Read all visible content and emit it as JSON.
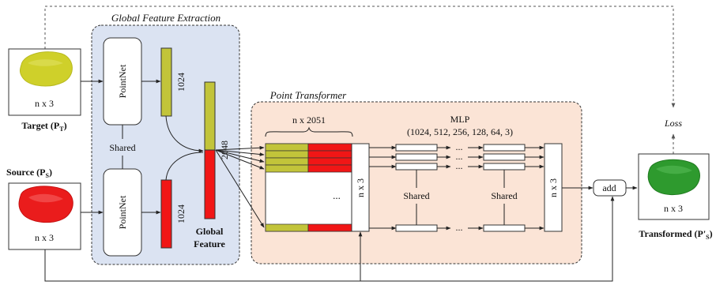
{
  "global_section": {
    "title": "Global Feature Extraction"
  },
  "transformer_section": {
    "title": "Point Transformer"
  },
  "target": {
    "dim": "n x 3",
    "label_main": "Target (P",
    "label_sub": "T",
    "label_end": ")"
  },
  "source": {
    "dim": "n x 3",
    "label_main": "Source (P",
    "label_sub": "S",
    "label_end": ")"
  },
  "pointnet_top": {
    "label": "PointNet"
  },
  "pointnet_bottom": {
    "label": "PointNet"
  },
  "shared_pointnet": "Shared",
  "feat_top": {
    "label": "1024"
  },
  "feat_bottom": {
    "label": "1024"
  },
  "global_feature": {
    "dim": "2048",
    "line1": "Global",
    "line2": "Feature"
  },
  "matrix": {
    "dim": "n x 2051",
    "ellipsis": "...",
    "side_dim": "n x 3"
  },
  "mlp": {
    "title": "MLP",
    "sizes": "(1024, 512, 256, 128, 64, 3)",
    "shared1": "Shared",
    "shared2": "Shared",
    "dots": "...",
    "out_dim": "n x 3"
  },
  "add": {
    "label": "add"
  },
  "loss": {
    "label": "Loss"
  },
  "transformed": {
    "dim": "n x 3",
    "label_main": "Transformed (P'",
    "label_sub": "S",
    "label_end": ")"
  },
  "colors": {
    "olive": "#c2c43a",
    "red": "#f11616",
    "panel_blue": "#dbe3f2",
    "panel_peach": "#fbe4d6",
    "target_cloud": "#cfd02a",
    "source_cloud": "#ea1c1c",
    "transformed_cloud": "#2e9a2e"
  }
}
